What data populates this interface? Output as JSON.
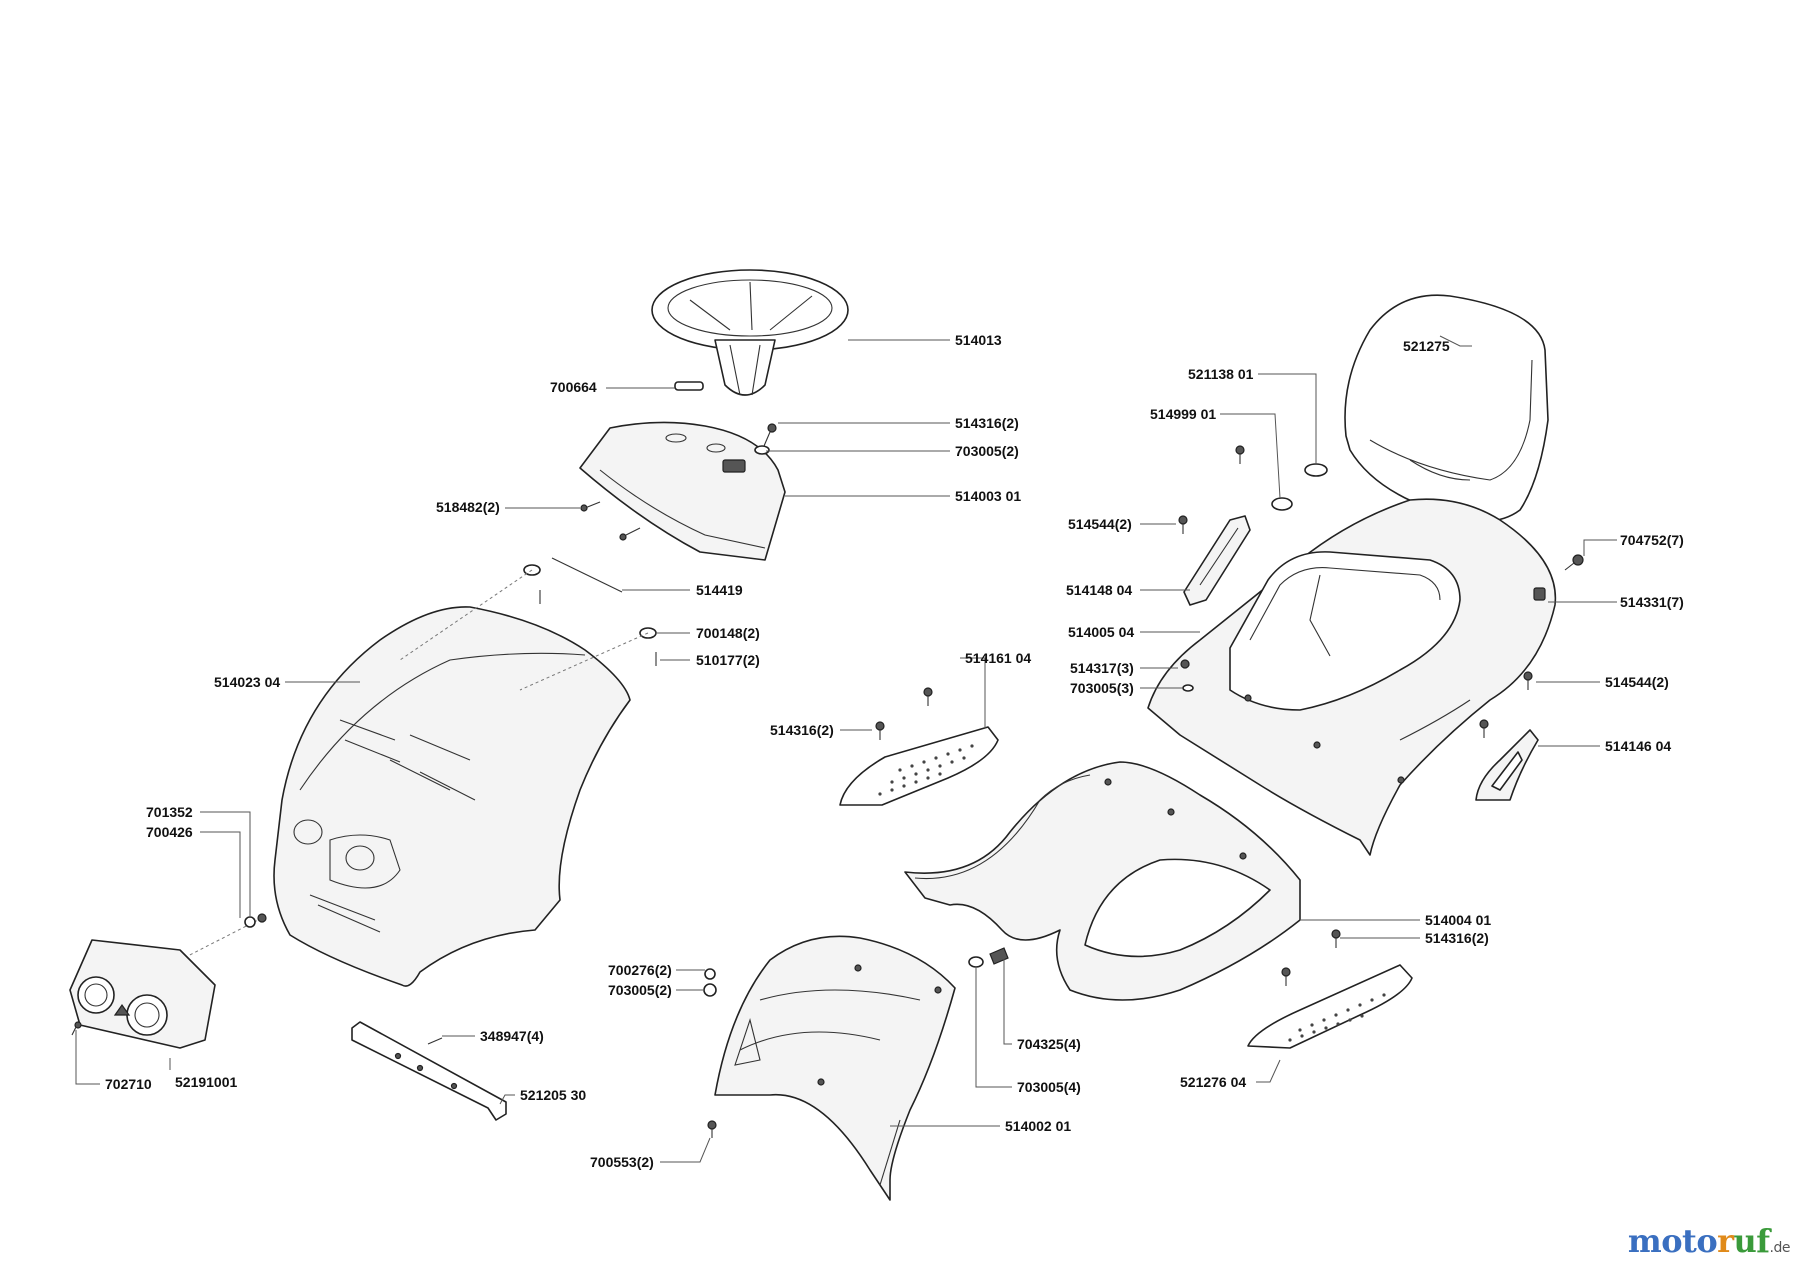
{
  "labels": {
    "steering_wheel": "514013",
    "pin": "700664",
    "screw_dash": "514316(2)",
    "washer_dash": "703005(2)",
    "dash_cover": "514003 01",
    "screw_518482": "518482(2)",
    "rod": "514419",
    "washer_700148": "700148(2)",
    "bolt_510177": "510177(2)",
    "hood": "514023 04",
    "nut_701352": "701352",
    "washer_700426": "700426",
    "screw_702710": "702710",
    "headlight": "52191001",
    "bolt_348947": "348947(4)",
    "bracket": "521205 30",
    "nut_700276": "700276(2)",
    "washer_703005_lower": "703005(2)",
    "screw_700553": "700553(2)",
    "front_cover": "514002 01",
    "bolt_704325": "704325(4)",
    "washer_703005_4": "703005(4)",
    "footplate_left": "514161 04",
    "screw_footplate": "514316(2)",
    "footboard": "514004 01",
    "screw_footboard": "514316(2)",
    "footplate_right": "521276 04",
    "seat": "521275",
    "cap_521138": "521138 01",
    "cap_514999": "514999 01",
    "screw_514544_left": "514544(2)",
    "lever_cover": "514148 04",
    "rear_body": "514005 04",
    "screw_514317": "514317(3)",
    "washer_703005_3": "703005(3)",
    "screw_704752": "704752(7)",
    "clip_514331": "514331(7)",
    "screw_514544_right": "514544(2)",
    "cover_514146": "514146 04"
  },
  "brand": {
    "part1": "moto",
    "part2": "r",
    "part3": "uf",
    "suffix": ".de"
  }
}
